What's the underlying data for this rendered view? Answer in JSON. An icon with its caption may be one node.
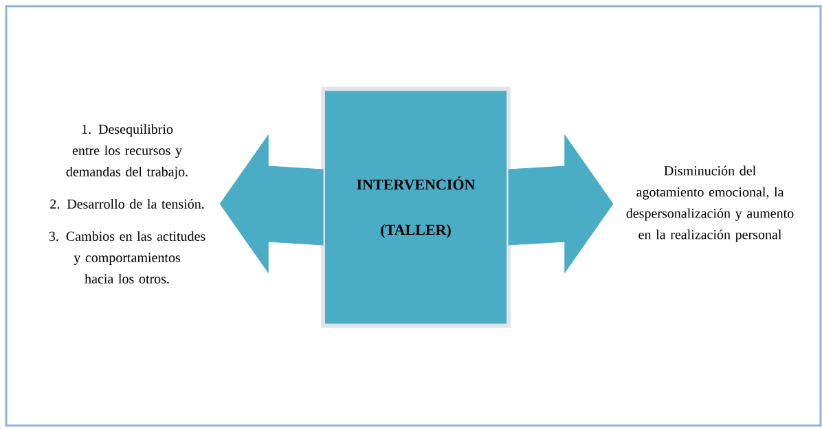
{
  "diagram": {
    "nodes": [
      {
        "text": [
          "1. Desequilibrio entre los recursos y demandas del trabajo.",
          "2. Desarrollo de la tensión.",
          "3. Cambios en las actitudes y comportamientos hacia los otros."
        ]
      },
      {
        "text": [
          "INTERVENCIÓN",
          "(TALLER)"
        ]
      },
      {
        "text": [
          "Disminución del agotamiento emocional, la despersonalización y aumento en la realización personal"
        ]
      }
    ],
    "edges": [
      {
        "from": 1,
        "to": 0,
        "arrow": "to"
      },
      {
        "from": 1,
        "to": 2,
        "arrow": "to"
      }
    ]
  }
}
